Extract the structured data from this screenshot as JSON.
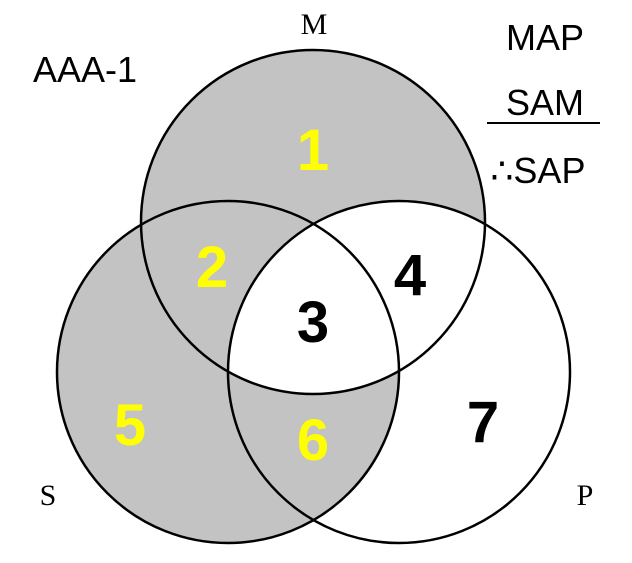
{
  "title": "AAA-1",
  "syllogism": {
    "major_premise": "MAP",
    "minor_premise": "SAM",
    "conclusion": "∴SAP"
  },
  "circles": {
    "m": "M",
    "s": "S",
    "p": "P"
  },
  "regions": [
    {
      "id": "r1",
      "label": "1",
      "shaded": true
    },
    {
      "id": "r2",
      "label": "2",
      "shaded": true
    },
    {
      "id": "r3",
      "label": "3",
      "shaded": false
    },
    {
      "id": "r4",
      "label": "4",
      "shaded": false
    },
    {
      "id": "r5",
      "label": "5",
      "shaded": true
    },
    {
      "id": "r6",
      "label": "6",
      "shaded": true
    },
    {
      "id": "r7",
      "label": "7",
      "shaded": false
    }
  ],
  "colors": {
    "shade": "#c3c3c3",
    "shaded_label": "#ffff00",
    "unshaded_label": "#000000",
    "outline": "#000000"
  }
}
